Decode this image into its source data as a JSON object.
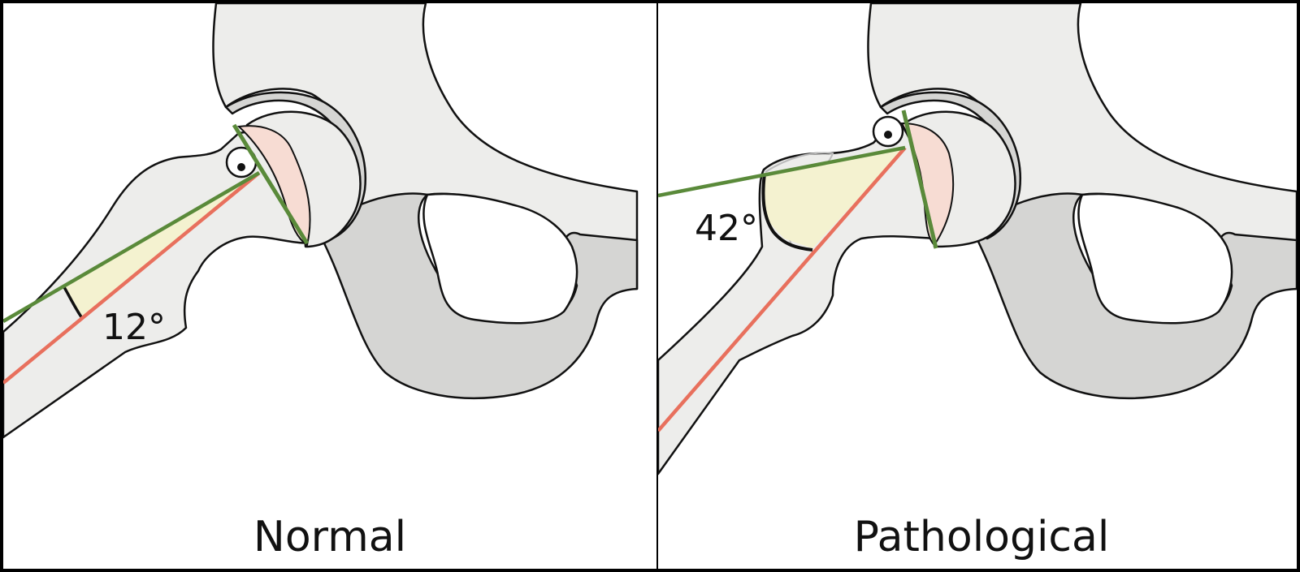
{
  "panels": [
    {
      "label": "Normal",
      "angle_label": "12°",
      "alpha_angle_deg": 12
    },
    {
      "label": "Pathological",
      "angle_label": "42°",
      "alpha_angle_deg": 42
    }
  ],
  "colors": {
    "bone": "#ededeb",
    "bone_shadow": "#d5d5d3",
    "cartilage": "#f7dcd3",
    "angle_fill": "#f4f2d0",
    "neck_axis_line": "#e8705d",
    "reference_line": "#5a8a3a",
    "outline": "#111111"
  }
}
